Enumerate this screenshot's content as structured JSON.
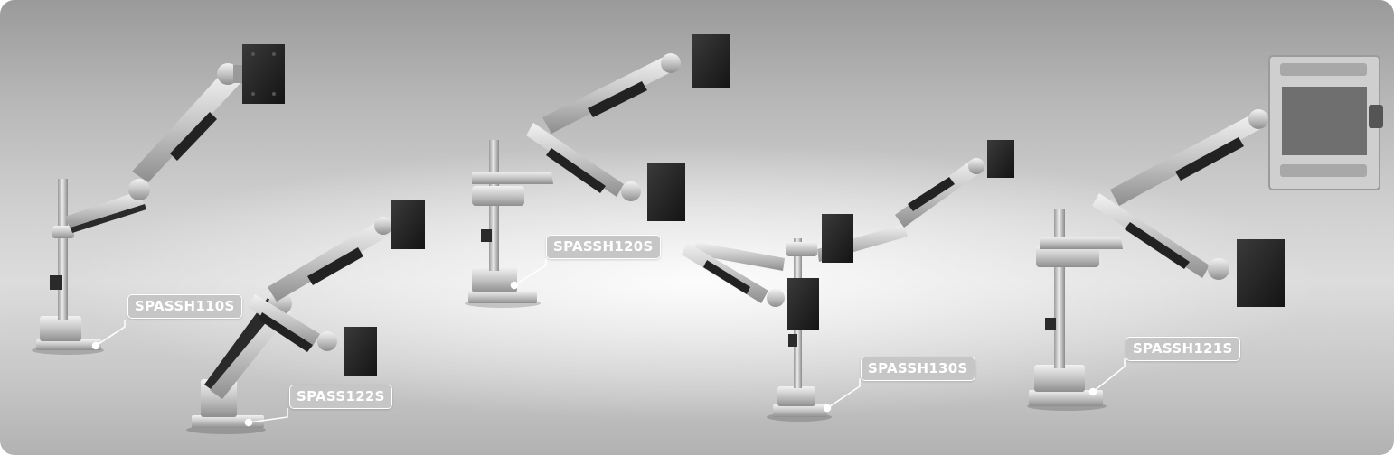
{
  "products": [
    {
      "label": "SPASSH110S",
      "type": "single-arm-pole"
    },
    {
      "label": "SPASS122S",
      "type": "dual-arm-clamp"
    },
    {
      "label": "SPASSH120S",
      "type": "dual-arm-pole"
    },
    {
      "label": "SPASSH130S",
      "type": "triple-arm-pole"
    },
    {
      "label": "SPASSH121S",
      "type": "dual-arm-pole-laptop-tray"
    }
  ]
}
